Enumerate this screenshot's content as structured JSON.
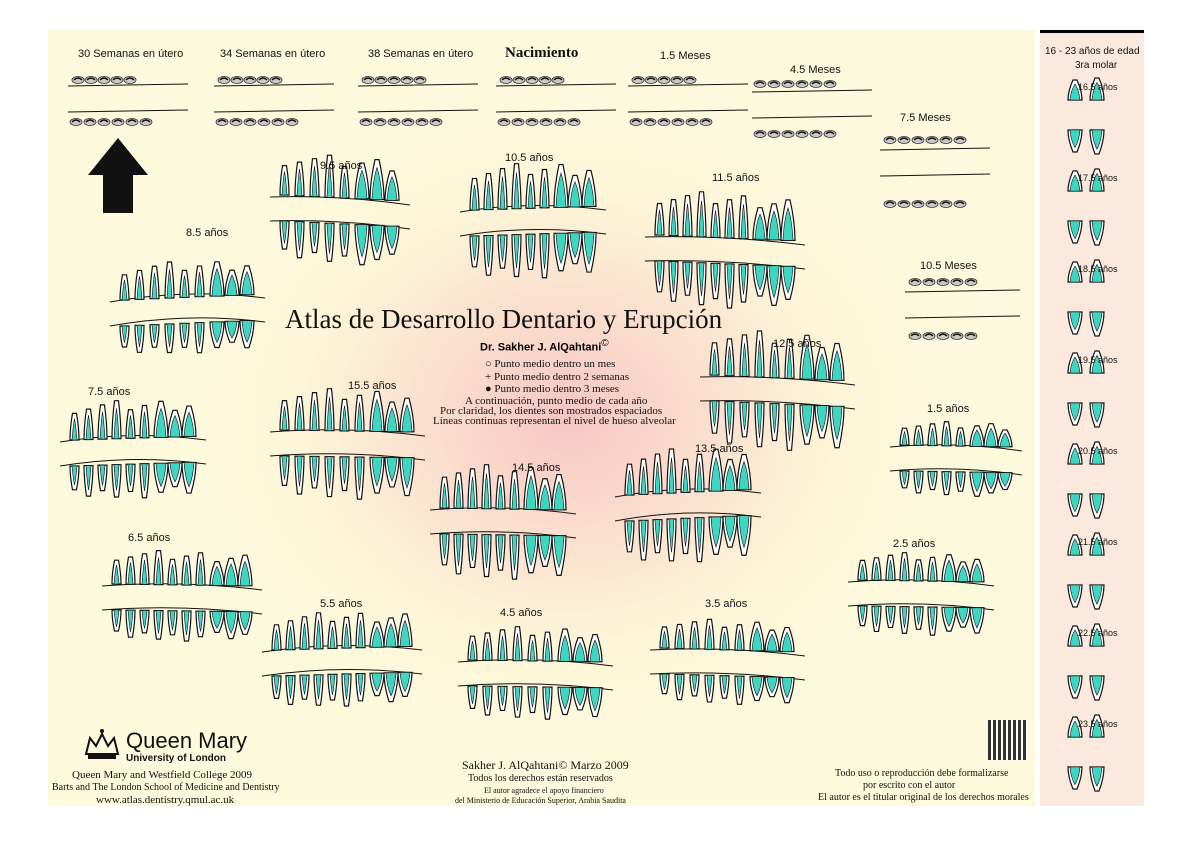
{
  "title": "Atlas de Desarrollo Dentario y Erupción",
  "author": "Dr. Sakher J. AlQahtani",
  "author_symbol": "©",
  "legend": [
    "○ Punto medio dentro un mes",
    "+ Punto medio dentro 2 semanas",
    "● Punto medio dentro 3 meses",
    "A continuación, punto medio de cada año",
    "Por claridad, los dientes son mostrados espaciados",
    "Líneas continuas representan el nivel de hueso alveolar"
  ],
  "stages": {
    "s30w": "30 Semanas en útero",
    "s34w": "34  Semanas en útero",
    "s38w": "38 Semanas en útero",
    "birth": "Nacimiento",
    "m1_5": "1.5  Meses",
    "m4_5": "4.5  Meses",
    "m7_5": "7.5  Meses",
    "m10_5": "10.5 Meses",
    "y1_5": "1.5  años",
    "y2_5": "2.5 años",
    "y3_5": "3.5 años",
    "y4_5": "4.5 años",
    "y5_5": "5.5 años",
    "y6_5": "6.5 años",
    "y7_5": "7.5 años",
    "y8_5": "8.5 años",
    "y9_5": "9.5 años",
    "y10_5": "10.5 años",
    "y11_5": "11.5 años",
    "y12_5": "12.5 años",
    "y13_5": "13.5 años",
    "y14_5": "14.5 años",
    "y15_5": "15.5 años"
  },
  "sidebar": {
    "header": "16 - 23  años de edad",
    "header2": "3ra molar",
    "ages": [
      "16.5 años",
      "17.5 años",
      "18.5 años",
      "19.5 años",
      "20.5 años",
      "21.5 años",
      "22.5 años",
      "23.5 años"
    ]
  },
  "footer_left": {
    "logo_name": "Queen Mary",
    "logo_sub": "University of London",
    "line1": "Queen Mary and Westfield College 2009",
    "line2": "Barts and The London School of Medicine and Dentistry",
    "url": "www.atlas.dentistry.qmul.ac.uk"
  },
  "footer_center": {
    "line1": "Sakher J. AlQahtani© Marzo 2009",
    "line2": "Todos los derechos están reservados",
    "line3": "El autor agradece el apoyo financiero",
    "line4": "del Ministerio de Educación Superior, Arabia Saudita"
  },
  "footer_right": {
    "line1": "Todo uso o reproducción debe formalizarse",
    "line2": "por escrito con el autor",
    "line3": "El autor es el titular original de los derechos morales"
  },
  "colors": {
    "pulp": "#3ed6c0",
    "enamel": "#ffffff",
    "outline": "#111111",
    "bg_center": "#f7c6c3",
    "bg_edge": "#fdf9dc",
    "sidebar": "#fbe9de"
  }
}
